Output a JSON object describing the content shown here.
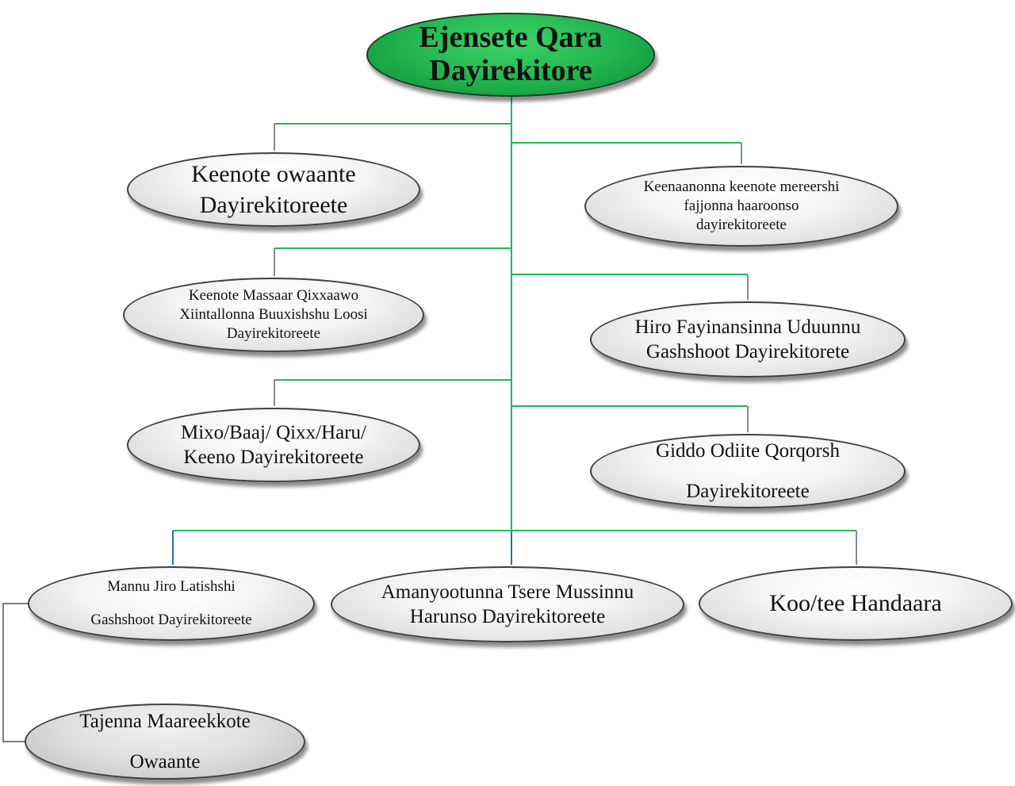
{
  "diagram": {
    "root": {
      "lines": [
        "Ejensete Qara",
        "Dayirekitore"
      ]
    },
    "left_branches": [
      {
        "lines": [
          "Keenote owaante",
          "Dayirekitoreete"
        ]
      },
      {
        "lines": [
          "Keenote Massaar Qixxaawo",
          "Xiintallonna  Buuxishshu Loosi",
          "Dayirekitoreete"
        ]
      },
      {
        "lines": [
          "Mixo/Baaj/ Qixx/Haru/",
          "Keeno Dayirekitoreete"
        ]
      }
    ],
    "right_branches": [
      {
        "lines": [
          "Keenaanonna keenote mereershi",
          "fajjonna haaroonso",
          "dayirekitoreete"
        ]
      },
      {
        "lines": [
          "Hiro Fayinansinna Uduunnu",
          "Gashshoot Dayirekitorete"
        ]
      },
      {
        "lines": [
          "Giddo Odiite Qorqorsh",
          "Dayirekitoreete"
        ]
      }
    ],
    "bottom_row": [
      {
        "lines": [
          "Mannu Jiro Latishshi",
          "Gashshoot  Dayirekitoreete"
        ]
      },
      {
        "lines": [
          "Amanyootunna Tsere Mussinnu",
          "Harunso Dayirekitoreete"
        ]
      },
      {
        "lines": [
          "Koo/tee Handaara"
        ]
      }
    ],
    "sub_node": {
      "lines": [
        "Tajenna Maareekkote",
        "Owaante"
      ]
    },
    "colors": {
      "root_fill": "#20b34e",
      "connector_main": "#1db954",
      "connector_grey": "#8a8a8a",
      "connector_blue": "#2a6fb5",
      "node_fill": "#efefef"
    }
  }
}
